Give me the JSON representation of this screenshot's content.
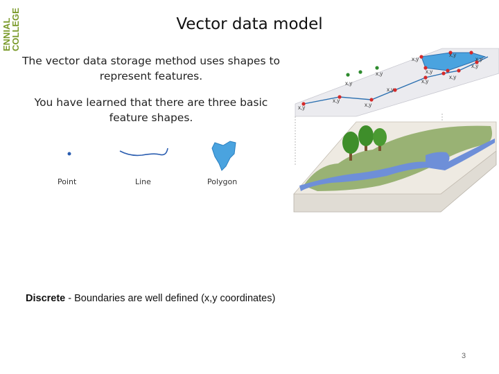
{
  "logo": {
    "text_line1": "COLLEGE",
    "text_line2": "ENNIAL",
    "color": "#7a9a2a"
  },
  "title": "Vector data model",
  "paragraph1": "The vector data storage method uses shapes to represent features.",
  "paragraph2": "You have learned that there are three basic feature shapes.",
  "shape_labels": {
    "point": "Point",
    "line": "Line",
    "polygon": "Polygon"
  },
  "illustration": {
    "coordinate_labels": [
      "x,y",
      "x,y",
      "x,y",
      "x,y",
      "x,y",
      "x,y",
      "x,y",
      "x,y",
      "x,y",
      "x,y",
      "x,y",
      "x,y",
      "x,y"
    ],
    "colors": {
      "polygon_fill": "#4aa3df",
      "river": "#6e8fd8",
      "vegetation": "#8aa860",
      "trees": "#3e8e2a",
      "point_marker": "#d42a2a",
      "base": "#e8e4de"
    }
  },
  "discrete": {
    "label": "Discrete",
    "text": " - Boundaries are well defined (x,y coordinates)"
  },
  "page_number": "3"
}
